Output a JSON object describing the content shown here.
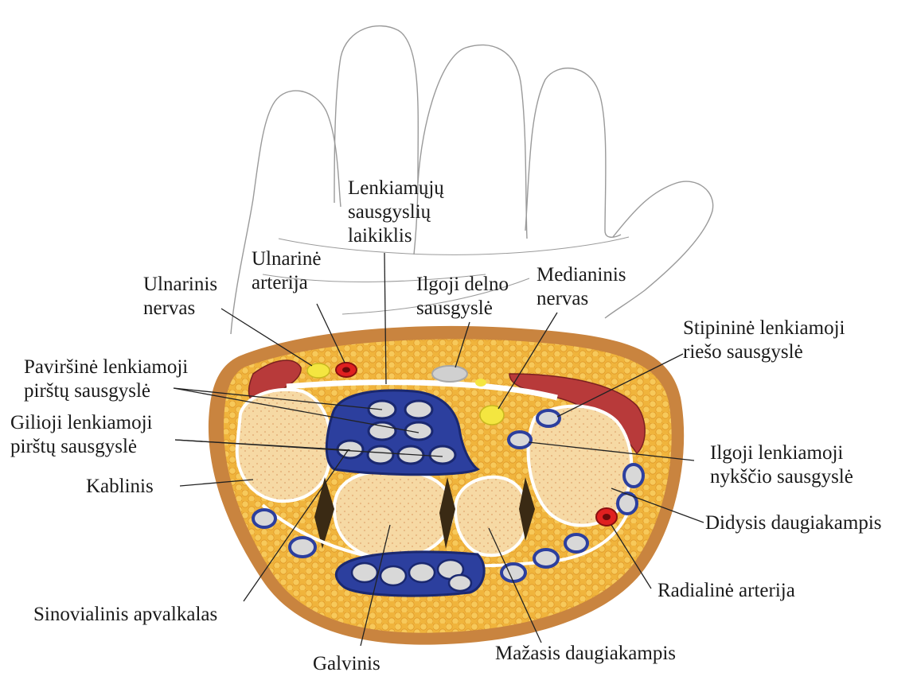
{
  "labels": {
    "flexor_retinaculum": [
      "Lenkiamųjų",
      "sausgyslių",
      "laikiklis"
    ],
    "ulnar_artery": [
      "Ulnarinė",
      "arterija"
    ],
    "ulnar_nerve": [
      "Ulnarinis",
      "nervas"
    ],
    "palmaris_longus": [
      "Ilgoji delno",
      "sausgyslė"
    ],
    "median_nerve": [
      "Medianinis",
      "nervas"
    ],
    "fcr": [
      "Stipininė lenkiamoji",
      "riešo sausgyslė"
    ],
    "fds": [
      "Paviršinė lenkiamoji",
      "pirštų sausgyslė"
    ],
    "fdp": [
      "Gilioji lenkiamoji",
      "pirštų sausgyslė"
    ],
    "fpl": [
      "Ilgoji lenkiamoji",
      "nykščio sausgyslė"
    ],
    "hamate": "Kablinis",
    "trapezium": "Didysis daugiakampis",
    "radial_artery": "Radialinė arterija",
    "synovial_sheath": "Sinovialinis apvalkalas",
    "trapezoid": "Mažasis daugiakampis",
    "capitate": "Galvinis"
  },
  "colors": {
    "fat": "#f2b640",
    "skin": "#c47a3c",
    "bone": "#f6dcaa",
    "tendon": "#d6d6d6",
    "sheath": "#3048a8",
    "muscle": "#b83a3a",
    "nerve": "#f4e640",
    "artery": "#e02020"
  }
}
